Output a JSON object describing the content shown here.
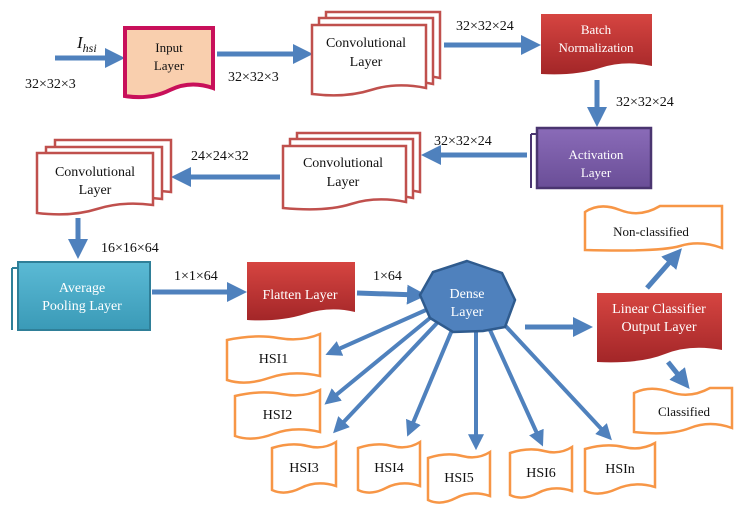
{
  "input_symbol": "I",
  "input_symbol_subscript": "hsi",
  "input_dims": "32×32×3",
  "nodes": {
    "input": [
      "Input",
      "Layer"
    ],
    "conv1": [
      "Convolutional",
      "Layer"
    ],
    "batch_norm": [
      "Batch",
      "Normalization"
    ],
    "activation": [
      "Activation",
      "Layer"
    ],
    "conv2": [
      "Convolutional",
      "Layer"
    ],
    "conv3": [
      "Convolutional",
      "Layer"
    ],
    "avg_pool": [
      "Average",
      "Pooling Layer"
    ],
    "flatten": "Flatten Layer",
    "dense": [
      "Dense",
      "Layer"
    ],
    "linear_classifier": [
      "Linear Classifier",
      "Output Layer"
    ],
    "non_classified": "Non-classified",
    "classified": "Classified"
  },
  "edge_labels": {
    "input_to_conv1": "32×32×3",
    "conv1_to_bn": "32×32×24",
    "bn_to_act": "32×32×24",
    "act_to_conv2": "32×32×24",
    "conv2_to_conv3": "24×24×32",
    "conv3_to_pool": "16×16×64",
    "pool_to_flatten": "1×1×64",
    "flatten_to_dense": "1×64"
  },
  "outputs": [
    "HSI1",
    "HSI2",
    "HSI3",
    "HSI4",
    "HSI5",
    "HSI6",
    "HSIn"
  ],
  "colors": {
    "arrow": "#4f81bd",
    "input_fill": "#f9cfae",
    "input_stroke": "#c8105a",
    "conv_stroke": "#c0504d",
    "red_block": "#c0393b",
    "activation": "#7b5ea7",
    "pooling": "#4aabc7",
    "dense": "#4f81bd",
    "output_stroke": "#f79646"
  }
}
